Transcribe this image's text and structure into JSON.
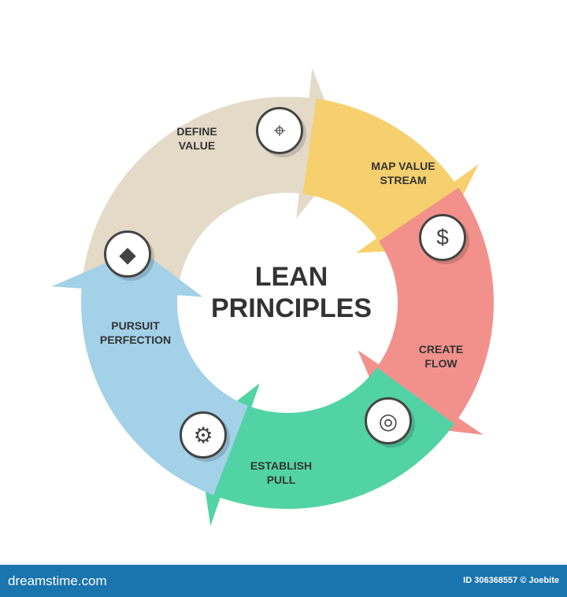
{
  "title": {
    "line1": "LEAN",
    "line2": "PRINCIPLES"
  },
  "steps": [
    {
      "label": "DEFINE\nVALUE",
      "color": "#e4dac8",
      "icon": "target-crosshair-icon",
      "glyph": "⌖"
    },
    {
      "label": "MAP VALUE\nSTREAM",
      "color": "#f6d06e",
      "icon": "dollar-cycle-icon",
      "glyph": "$"
    },
    {
      "label": "CREATE\nFLOW",
      "color": "#f2918b",
      "icon": "dartboard-icon",
      "glyph": "◎"
    },
    {
      "label": "ESTABLISH\nPULL",
      "color": "#52d3a6",
      "icon": "gear-cycle-icon",
      "glyph": "⚙"
    },
    {
      "label": "PURSUIT\nPERFECTION",
      "color": "#a2d1e8",
      "icon": "head-diamond-icon",
      "glyph": "◆"
    }
  ],
  "footer": {
    "brand": "dreamstime.com",
    "credit": "ID 306368557 © Joebite",
    "color": "#1a74ad"
  }
}
